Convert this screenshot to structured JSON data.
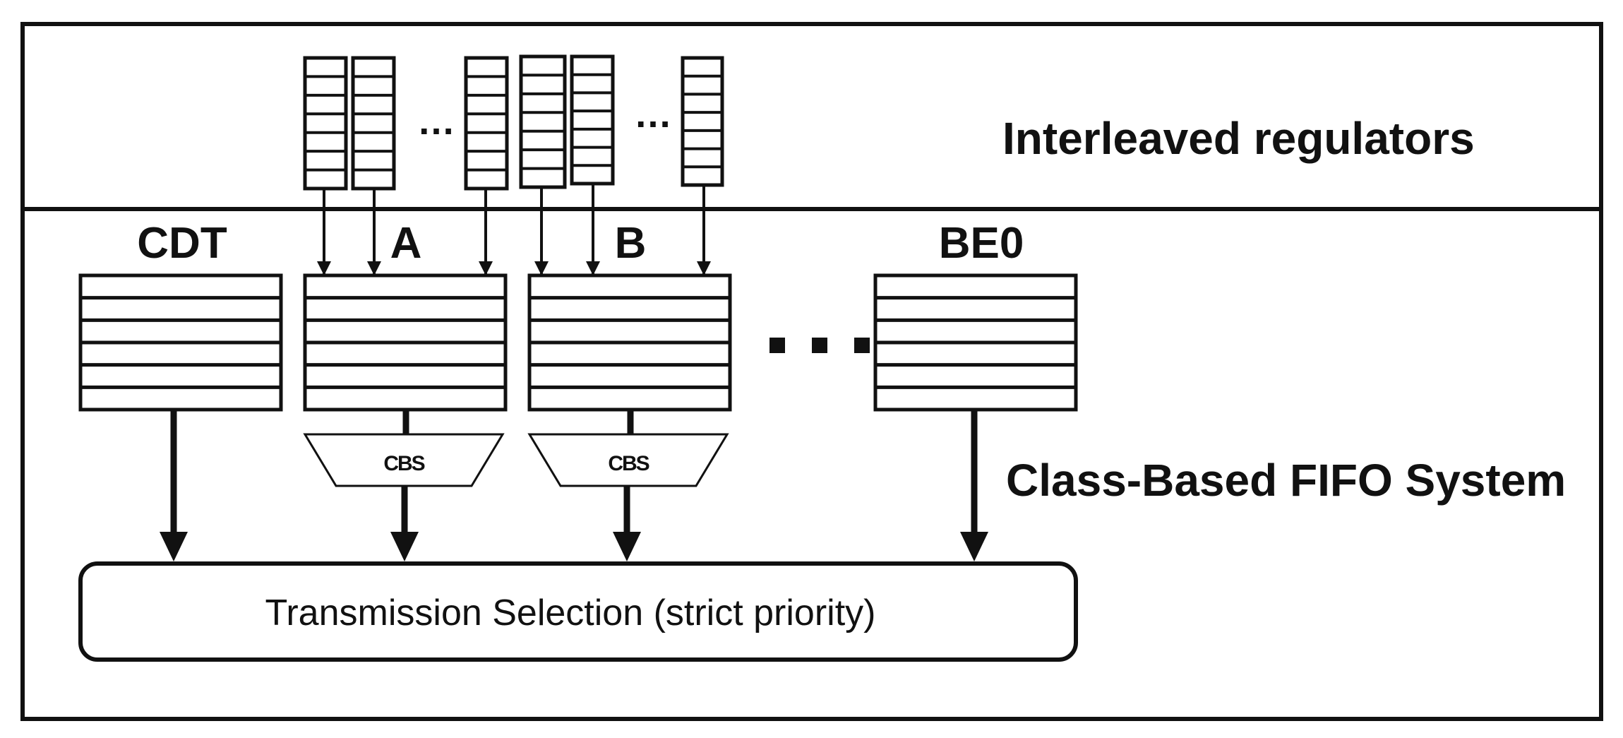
{
  "sections": {
    "regulators_label": "Interleaved regulators",
    "fifo_label": "Class-Based FIFO System"
  },
  "queues": {
    "cdt": "CDT",
    "a": "A",
    "b": "B",
    "be0": "BE0"
  },
  "shapers": {
    "a": "CBS",
    "b": "CBS"
  },
  "ellipses": {
    "regulators_a": "…",
    "regulators_b": "…"
  },
  "selection": {
    "label": "Transmission Selection (strict priority)"
  },
  "colors": {
    "stroke": "#111111",
    "background": "#ffffff"
  }
}
